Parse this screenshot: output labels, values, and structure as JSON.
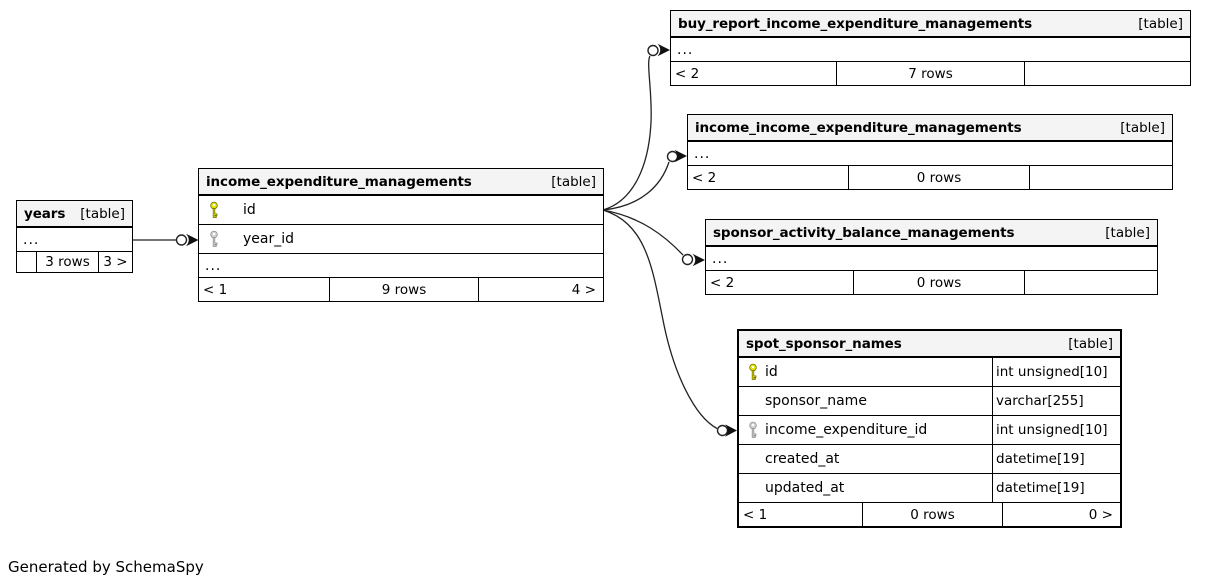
{
  "diagram": {
    "footer_note": "Generated by SchemaSpy",
    "tables": [
      {
        "name": "years",
        "tag": "[table]",
        "ellipsis": "...",
        "footer": {
          "left": "",
          "center": "3 rows",
          "right": "3 >"
        }
      },
      {
        "name": "income_expenditure_managements",
        "tag": "[table]",
        "columns": [
          {
            "name": "id",
            "key": "primary"
          },
          {
            "name": "year_id",
            "key": "foreign"
          }
        ],
        "ellipsis": "...",
        "footer": {
          "left": "< 1",
          "center": "9 rows",
          "right": "4 >"
        }
      },
      {
        "name": "buy_report_income_expenditure_managements",
        "tag": "[table]",
        "ellipsis": "...",
        "footer": {
          "left": "< 2",
          "center": "7 rows",
          "right": ""
        }
      },
      {
        "name": "income_income_expenditure_managements",
        "tag": "[table]",
        "ellipsis": "...",
        "footer": {
          "left": "< 2",
          "center": "0 rows",
          "right": ""
        }
      },
      {
        "name": "sponsor_activity_balance_managements",
        "tag": "[table]",
        "ellipsis": "...",
        "footer": {
          "left": "< 2",
          "center": "0 rows",
          "right": ""
        }
      },
      {
        "name": "spot_sponsor_names",
        "tag": "[table]",
        "columns": [
          {
            "name": "id",
            "type": "int unsigned[10]",
            "key": "primary"
          },
          {
            "name": "sponsor_name",
            "type": "varchar[255]",
            "key": "none"
          },
          {
            "name": "income_expenditure_id",
            "type": "int unsigned[10]",
            "key": "foreign"
          },
          {
            "name": "created_at",
            "type": "datetime[19]",
            "key": "none"
          },
          {
            "name": "updated_at",
            "type": "datetime[19]",
            "key": "none"
          }
        ],
        "footer": {
          "left": "< 1",
          "center": "0 rows",
          "right": "0 >"
        }
      }
    ],
    "relationships": [
      {
        "from": "years",
        "to": "income_expenditure_managements",
        "to_column": "year_id"
      },
      {
        "from": "income_expenditure_managements",
        "from_column": "id",
        "to": "buy_report_income_expenditure_managements"
      },
      {
        "from": "income_expenditure_managements",
        "from_column": "id",
        "to": "income_income_expenditure_managements"
      },
      {
        "from": "income_expenditure_managements",
        "from_column": "id",
        "to": "sponsor_activity_balance_managements"
      },
      {
        "from": "income_expenditure_managements",
        "from_column": "id",
        "to": "spot_sponsor_names",
        "to_column": "income_expenditure_id"
      }
    ]
  },
  "colors": {
    "primary-key": "#e3e300",
    "foreign-key": "#cfcfcf",
    "header-bg": "#f4f4f4",
    "edge": "#222222"
  }
}
